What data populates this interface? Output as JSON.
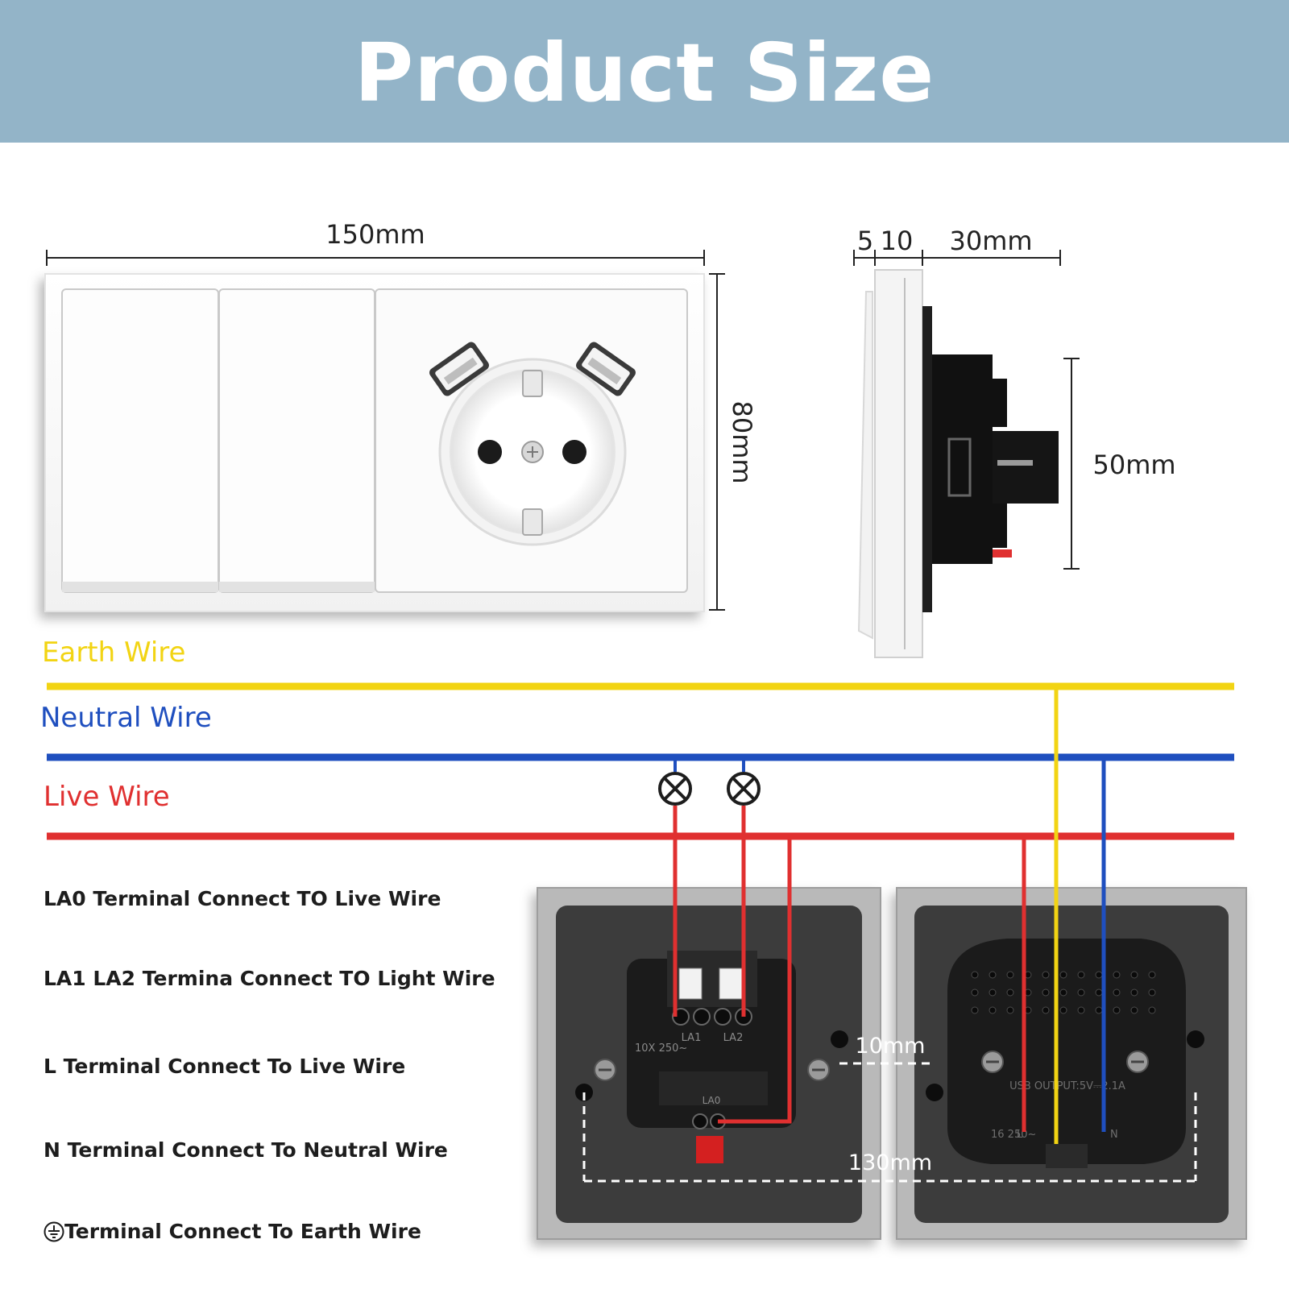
{
  "header": {
    "title": "Product Size"
  },
  "dimensions": {
    "front_width": "150mm",
    "front_height": "80mm",
    "side_frame_a": "5",
    "side_frame_b": "10",
    "side_depth": "30mm",
    "side_body_height": "50mm",
    "back_gap": "10mm",
    "back_spacing": "130mm"
  },
  "wires": {
    "earth": {
      "label": "Earth Wire",
      "color": "#f2d413"
    },
    "neutral": {
      "label": "Neutral Wire",
      "color": "#1f4fbf"
    },
    "live": {
      "label": "Live Wire",
      "color": "#e03030"
    }
  },
  "terminal_labels": {
    "silk": {
      "la1": "LA1",
      "la2": "LA2",
      "la0": "LA0",
      "rating": "10X 250~",
      "usb_output": "USB OUTPUT:5V⎓2.1A",
      "l": "L",
      "n": "N",
      "socket_rating": "16 250~"
    },
    "items": [
      "LA0 Terminal Connect TO Live Wire",
      "LA1 LA2 Termina Connect TO Light Wire",
      "L Terminal Connect To Live Wire",
      "N Terminal Connect To Neutral Wire",
      "Terminal Connect To Earth Wire"
    ]
  }
}
